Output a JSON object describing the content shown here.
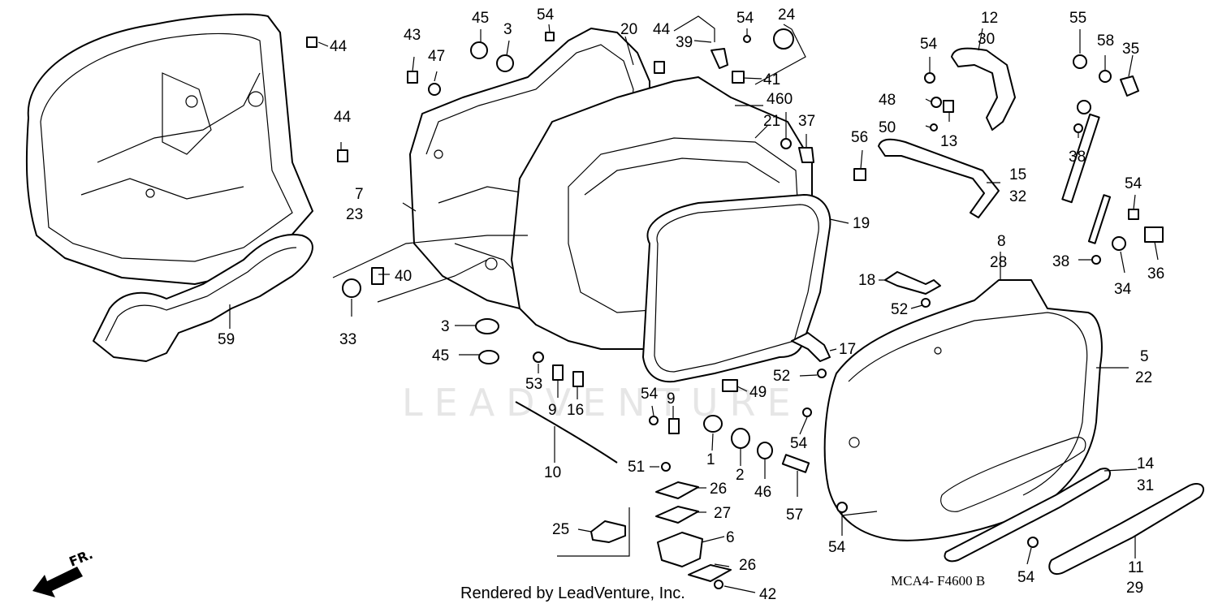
{
  "watermark": "LEADVENTURE",
  "footer_text": "Rendered by LeadVenture, Inc.",
  "diagram_code": "MCA4- F4600 B",
  "front_indicator": "FR.",
  "callouts": {
    "c44a": "44",
    "c44b": "44",
    "c44c": "44",
    "c43": "43",
    "c47": "47",
    "c45a": "45",
    "c3a": "3",
    "c54a": "54",
    "c20": "20",
    "c39": "39",
    "c54b": "54",
    "c24": "24",
    "c41": "41",
    "c4": "4",
    "c21": "21",
    "c60": "60",
    "c37": "37",
    "c56": "56",
    "c54c": "54",
    "c48": "48",
    "c50": "50",
    "c12": "12",
    "c30": "30",
    "c13": "13",
    "c15": "15",
    "c32": "32",
    "c55": "55",
    "c58": "58",
    "c35": "35",
    "c38a": "38",
    "c54d": "54",
    "c36": "36",
    "c38b": "38",
    "c34": "34",
    "c7": "7",
    "c23": "23",
    "c19": "19",
    "c8": "8",
    "c28": "28",
    "c18": "18",
    "c52a": "52",
    "c40": "40",
    "c33": "33",
    "c59": "59",
    "c3b": "3",
    "c45b": "45",
    "c17": "17",
    "c52b": "52",
    "c5": "5",
    "c22": "22",
    "c53": "53",
    "c9a": "9",
    "c16": "16",
    "c49": "49",
    "c54e": "54",
    "c9b": "9",
    "c54f": "54",
    "c1": "1",
    "c2": "2",
    "c46": "46",
    "c10": "10",
    "c51": "51",
    "c57": "57",
    "c14": "14",
    "c31": "31",
    "c26a": "26",
    "c27": "27",
    "c25": "25",
    "c6": "6",
    "c26b": "26",
    "c54g": "54",
    "c54h": "54",
    "c42": "42",
    "c11": "11",
    "c29": "29"
  }
}
